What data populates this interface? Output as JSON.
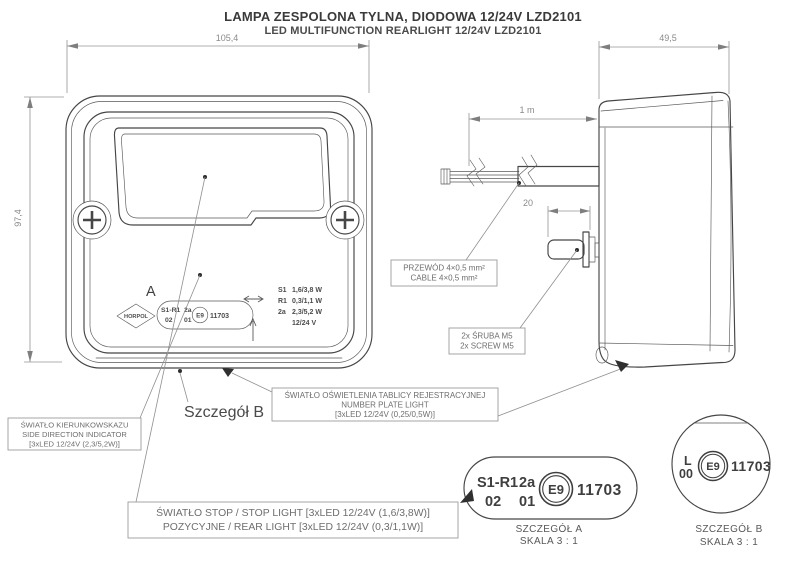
{
  "title": {
    "line1": "LAMPA ZESPOLONA TYLNA, DIODOWA 12/24V LZD2101",
    "line2": "LED MULTIFUNCTION REARLIGHT 12/24V LZD2101"
  },
  "dimensions": {
    "front_width": "105,4",
    "front_height": "97,4",
    "side_depth": "49,5",
    "cable_length": "1 m",
    "screw_offset": "20"
  },
  "front_view": {
    "detail_a_letter": "A",
    "marking": {
      "brand": "HORPOL",
      "line1a": "S1-R1",
      "line1b": "2a",
      "line2a": "02",
      "line2b": "01",
      "e_mark": "E9",
      "approval_number": "11703"
    },
    "ratings": {
      "r1_label": "S1",
      "r1_value": "1,6/3,8 W",
      "r2_label": "R1",
      "r2_value": "0,3/1,1 W",
      "r3_label": "2a",
      "r3_value": "2,3/5,2 W",
      "r4_value": "12/24 V"
    }
  },
  "callouts": {
    "cable_line1": "PRZEWÓD 4×0,5 mm²",
    "cable_line2": "CABLE 4×0,5 mm²",
    "screw_line1": "2x ŚRUBA M5",
    "screw_line2": "2x SCREW M5",
    "indicator_line1": "ŚWIATŁO KIERUNKOWSKAZU",
    "indicator_line2": "SIDE DIRECTION INDICATOR",
    "indicator_line3": "[3xLED 12/24V (2,3/5,2W)]",
    "plate_line1": "ŚWIATŁO OŚWIETLENIA TABLICY REJESTRACYJNEJ",
    "plate_line2": "NUMBER PLATE LIGHT",
    "plate_line3": "[3xLED 12/24V (0,25/0,5W)]",
    "stop_line1": "ŚWIATŁO STOP / STOP LIGHT [3xLED 12/24V (1,6/3,8W)]",
    "stop_line2": "POZYCYJNE / REAR LIGHT [3xLED 12/24V (0,3/1,1W)]",
    "detail_b_pointer": "Szczegół B"
  },
  "detail_a": {
    "row1_left": "S1-R1",
    "row1_right": "2a",
    "row2_left": "02",
    "row2_right": "01",
    "e_mark": "E9",
    "approval_number": "11703",
    "caption_line1": "SZCZEGÓŁ A",
    "caption_line2": "SKALA 3 : 1"
  },
  "detail_b": {
    "mark_l": "L",
    "mark_00": "00",
    "e_mark": "E9",
    "approval_number": "11703",
    "caption_line1": "SZCZEGÓŁ B",
    "caption_line2": "SKALA 3 : 1"
  },
  "colors": {
    "background": "#ffffff",
    "line": "#464646",
    "dimension": "#8a8a8a",
    "label_text": "#6e6e6e"
  }
}
